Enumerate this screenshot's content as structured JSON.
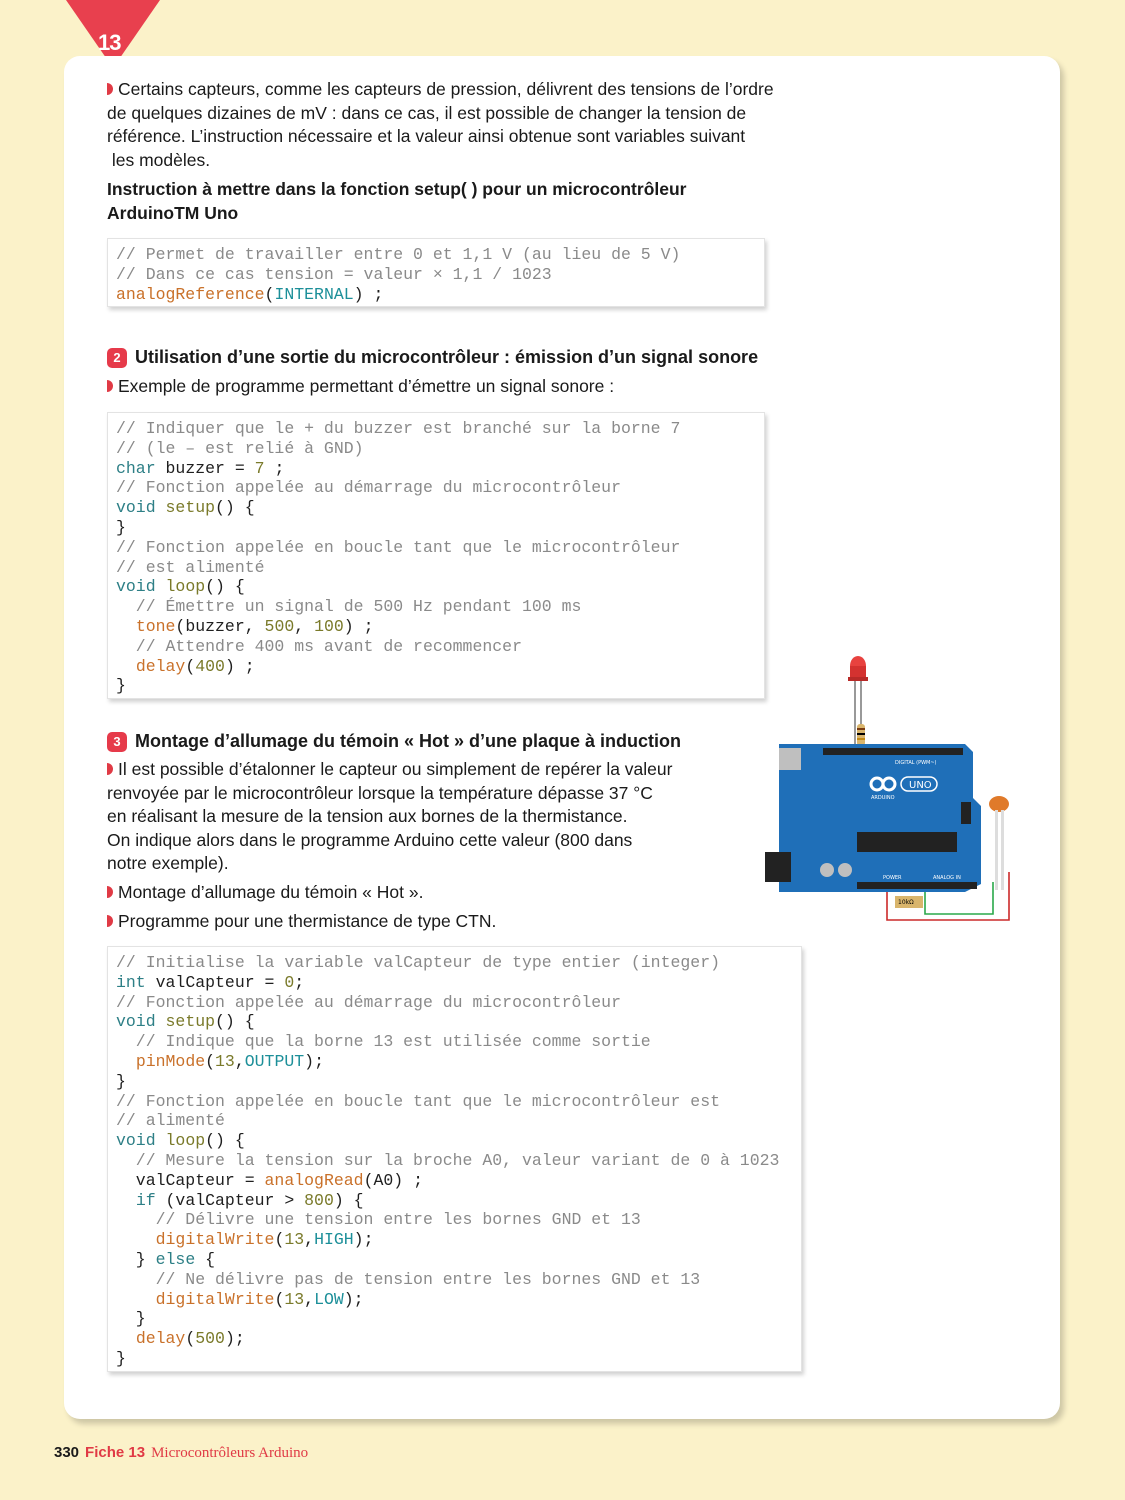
{
  "chapter_number": "13",
  "intro": {
    "lines": [
      "Certains capteurs, comme les capteurs de pression, délivrent des tensions de l’ordre",
      "de quelques dizaines de mV : dans ce cas, il est possible de changer la tension de",
      "référence. L’instruction nécessaire et la valeur ainsi obtenue sont variables suivant",
      " les modèles."
    ],
    "instruction_lines": [
      "Instruction à mettre dans la fonction setup( ) pour un microcontrôleur",
      "ArduinoTM Uno"
    ]
  },
  "code1": [
    "// Permet de travailler entre 0 et 1,1 V (au lieu de 5 V)",
    "// Dans ce cas tension = valeur × 1,1 / 1023",
    "analogReference(INTERNAL) ;"
  ],
  "section2": {
    "number": "2",
    "title": "Utilisation d’une sortie du microcontrôleur : émission d’un signal sonore",
    "intro": "Exemple de programme permettant d’émettre un signal sonore :"
  },
  "code2": [
    "// Indiquer que le + du buzzer est branché sur la borne 7",
    "// (le – est relié à GND)",
    "char buzzer = 7 ;",
    "// Fonction appelée au démarrage du microcontrôleur",
    "void setup() {",
    "}",
    "// Fonction appelée en boucle tant que le microcontrôleur",
    "// est alimenté",
    "void loop() {",
    "  // Émettre un signal de 500 Hz pendant 100 ms",
    "  tone(buzzer, 500, 100) ;",
    "  // Attendre 400 ms avant de recommencer",
    "  delay(400) ;",
    "}"
  ],
  "section3": {
    "number": "3",
    "title": "Montage d’allumage du témoin « Hot » d’une plaque à induction",
    "body_lines": [
      "Il est possible d’étalonner le capteur ou simplement de repérer la valeur",
      "renvoyée par le microcontrôleur lorsque la température dépasse 37 °C",
      "en réalisant la mesure de la tension aux bornes de la thermistance.",
      "On indique alors dans le programme Arduino cette valeur (800 dans",
      "notre exemple)."
    ],
    "bullet2": "Montage d’allumage du témoin « Hot ».",
    "bullet3": "Programme pour une thermistance de type CTN."
  },
  "board_labels": {
    "brand": "UNO",
    "sub": "ARDUINO",
    "digital": "DIGITAL (PWM~)",
    "power": "POWER",
    "analog": "ANALOG IN",
    "resistor": "10kΩ"
  },
  "code3": [
    "// Initialise la variable valCapteur de type entier (integer)",
    "int valCapteur = 0;",
    "// Fonction appelée au démarrage du microcontrôleur",
    "void setup() {",
    "  // Indique que la borne 13 est utilisée comme sortie",
    "  pinMode(13,OUTPUT);",
    "}",
    "// Fonction appelée en boucle tant que le microcontrôleur est",
    "// alimenté",
    "void loop() {",
    "  // Mesure la tension sur la broche A0, valeur variant de 0 à 1023",
    "  valCapteur = analogRead(A0) ;",
    "  if (valCapteur > 800) {",
    "    // Délivre une tension entre les bornes GND et 13",
    "    digitalWrite(13,HIGH);",
    "  } else {",
    "    // Ne délivre pas de tension entre les bornes GND et 13",
    "    digitalWrite(13,LOW);",
    "  }",
    "  delay(500);",
    "}"
  ],
  "footer": {
    "page": "330",
    "fiche": "Fiche 13",
    "title": "Microcontrôleurs Arduino"
  },
  "colors": {
    "accent": "#e03a45",
    "page_bg": "#fbf2c9",
    "comment": "#8a8a8a",
    "keyword": "#2d7f86",
    "function": "#c9712a",
    "constant": "#1c8f99",
    "board_blue": "#1f6fb8"
  }
}
